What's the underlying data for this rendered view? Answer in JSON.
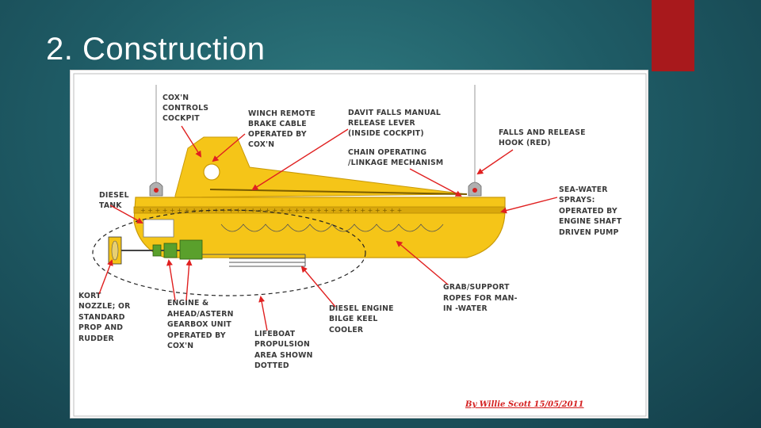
{
  "slide": {
    "title": "2. Construction",
    "accent_color": "#a8191c"
  },
  "diagram": {
    "labels": {
      "coxn_controls": [
        "COX'N",
        "CONTROLS",
        "COCKPIT"
      ],
      "winch_remote": [
        "WINCH REMOTE",
        "BRAKE CABLE",
        "OPERATED BY",
        "COX'N"
      ],
      "davit_falls": [
        "DAVIT FALLS MANUAL",
        "RELEASE LEVER",
        "(INSIDE COCKPIT)"
      ],
      "chain_operating": [
        "CHAIN OPERATING",
        "/LINKAGE MECHANISM"
      ],
      "falls_release": [
        "FALLS AND RELEASE",
        "HOOK (RED)"
      ],
      "diesel_tank": [
        "DIESEL",
        "TANK"
      ],
      "sea_water": [
        "SEA-WATER",
        "SPRAYS:",
        "OPERATED BY",
        "ENGINE SHAFT",
        "DRIVEN PUMP"
      ],
      "kort_nozzle": [
        "KORT",
        "NOZZLE; OR",
        "STANDARD",
        "PROP AND",
        "RUDDER"
      ],
      "engine_gearbox": [
        "ENGINE &",
        "AHEAD/ASTERN",
        "GEARBOX UNIT",
        "OPERATED BY",
        "COX'N"
      ],
      "lifeboat_propulsion": [
        "LIFEBOAT",
        "PROPULSION",
        "AREA SHOWN",
        "DOTTED"
      ],
      "diesel_engine": [
        "DIESEL ENGINE",
        "BILGE KEEL",
        "COOLER"
      ],
      "grab_support": [
        "GRAB/SUPPORT",
        "ROPES FOR MAN-",
        "IN -WATER"
      ]
    },
    "credit": "By Willie Scott 15/05/2011",
    "colors": {
      "hull": "#f5c518",
      "hull_dark": "#c99a08",
      "arrow": "#e02020",
      "engine": "#5aa02c",
      "hook": "#b0b0b0"
    }
  }
}
